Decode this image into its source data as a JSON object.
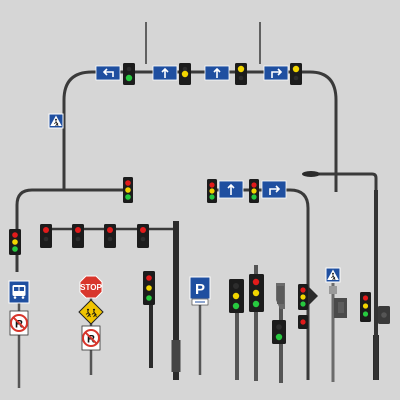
{
  "colors": {
    "background": "#d6d6d6",
    "pole": "#3a3a3a",
    "pole_light": "#6b6b6b",
    "housing": "#1c1c1c",
    "red": "#e21b1b",
    "yellow": "#f2d500",
    "green": "#27c93f",
    "sign_blue": "#1f4fa0",
    "stop_red": "#d8362c",
    "warning_yellow": "#f0c400"
  },
  "signs": {
    "stop_text": "STOP",
    "parking_letter": "P",
    "no_parking_letter": "R"
  },
  "icons": [
    "left-turn-arrow-icon",
    "straight-arrow-icon",
    "right-turn-arrow-icon",
    "pedestrian-crossing-icon",
    "bus-icon",
    "pedestrians-icon",
    "traffic-light-icon"
  ]
}
